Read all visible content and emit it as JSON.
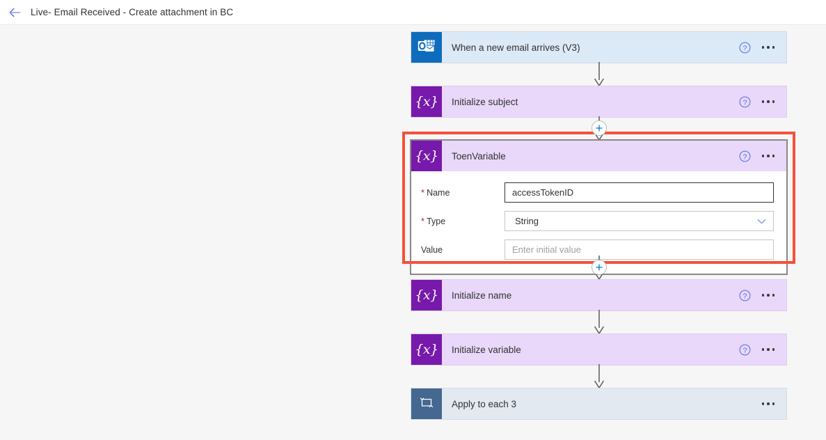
{
  "topbar": {
    "back_icon": "arrow-left-icon",
    "title": "Live- Email Received - Create attachment in BC"
  },
  "colors": {
    "canvas": "#f6f6f6",
    "trigger_card": "#dce9f7",
    "trigger_icon": "#0f6cbd",
    "variable_card": "#e9d8f9",
    "variable_icon": "#7719aa",
    "loop_card": "#e3e9f0",
    "loop_icon": "#44688f",
    "highlight": "#f4513b",
    "link_blue": "#4f6bed",
    "required_red": "#a4262c",
    "connector": "#5a5a5a"
  },
  "flow": {
    "steps": [
      {
        "id": "when-a-new-email-arrives",
        "title": "When a new email arrives (V3)",
        "kind": "trigger",
        "icon": "outlook-icon",
        "has_help": true,
        "has_menu": true,
        "expanded": false,
        "highlighted": false
      },
      {
        "id": "initialize-subject",
        "title": "Initialize subject",
        "kind": "variable",
        "icon": "variable-braces-x-icon",
        "has_help": true,
        "has_menu": true,
        "expanded": false,
        "highlighted": false
      },
      {
        "id": "toenvariable",
        "title": "ToenVariable",
        "kind": "variable",
        "icon": "variable-braces-x-icon",
        "has_help": true,
        "has_menu": true,
        "expanded": true,
        "highlighted": true,
        "fields": [
          {
            "label": "Name",
            "required": true,
            "control": "text",
            "value": "accessTokenID",
            "placeholder": "",
            "focused": true
          },
          {
            "label": "Type",
            "required": true,
            "control": "select",
            "value": "String",
            "placeholder": "",
            "focused": false
          },
          {
            "label": "Value",
            "required": false,
            "control": "text",
            "value": "",
            "placeholder": "Enter initial value",
            "focused": false
          }
        ]
      },
      {
        "id": "initialize-name",
        "title": "Initialize name",
        "kind": "variable",
        "icon": "variable-braces-x-icon",
        "has_help": true,
        "has_menu": true,
        "expanded": false,
        "highlighted": false
      },
      {
        "id": "initialize-variable",
        "title": "Initialize variable",
        "kind": "variable",
        "icon": "variable-braces-x-icon",
        "has_help": true,
        "has_menu": true,
        "expanded": false,
        "highlighted": false
      },
      {
        "id": "apply-to-each-3",
        "title": "Apply to each 3",
        "kind": "loop",
        "icon": "loop-repeat-icon",
        "has_help": false,
        "has_menu": true,
        "expanded": false,
        "highlighted": false
      }
    ],
    "connectors": [
      {
        "after": "when-a-new-email-arrives",
        "has_plus": false
      },
      {
        "after": "initialize-subject",
        "has_plus": true
      },
      {
        "after": "toenvariable",
        "has_plus": true
      },
      {
        "after": "initialize-name",
        "has_plus": false
      },
      {
        "after": "initialize-variable",
        "has_plus": false
      }
    ],
    "icon_glyphs": {
      "variable_glyph": "{x}",
      "help_glyph": "?",
      "plus_glyph": "+"
    }
  }
}
